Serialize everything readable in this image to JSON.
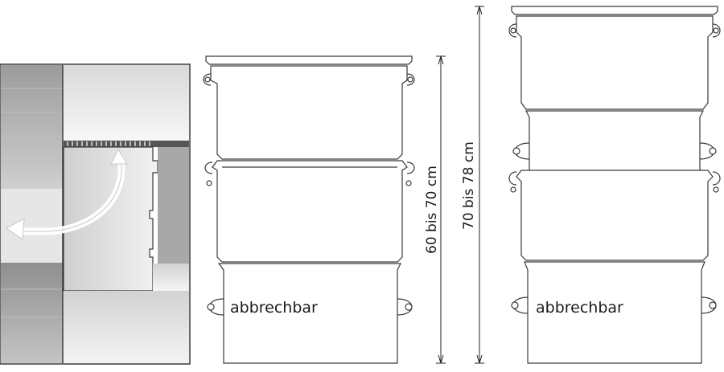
{
  "figure": {
    "small_variant": {
      "dimension_label": "60 bis 70 cm",
      "breakable_label": "abbrechbar"
    },
    "large_variant": {
      "dimension_label": "70 bis 78 cm",
      "breakable_label": "abbrechbar"
    }
  },
  "colors": {
    "line": "#3a3a3a",
    "wall_dark": "#a9a9a9",
    "wall_light": "#e8e8e8",
    "arrow": "#ffffff"
  }
}
